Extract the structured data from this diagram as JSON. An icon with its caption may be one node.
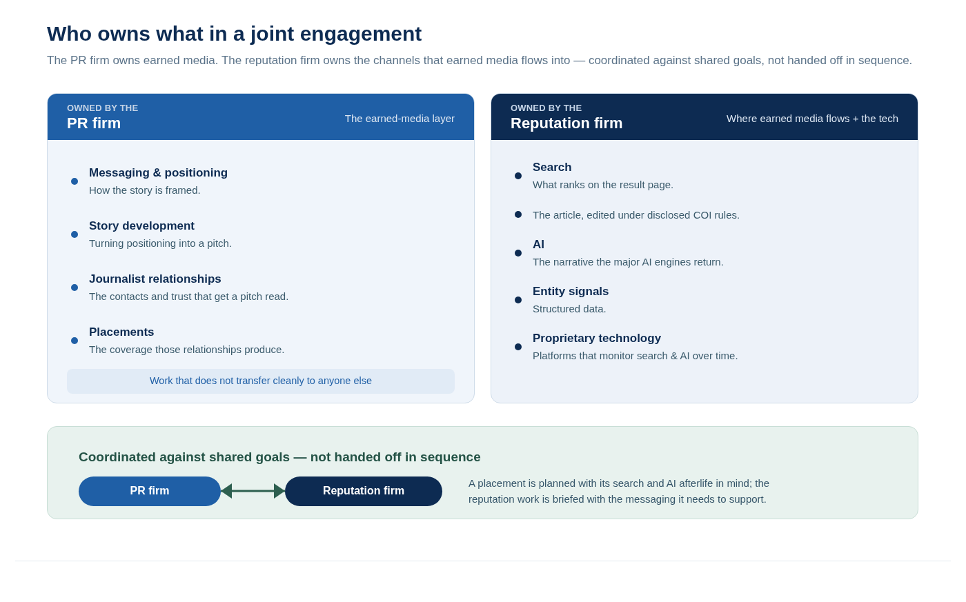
{
  "diagram": {
    "title": "Who owns what in a joint engagement",
    "nodes": [
      {
        "text": [
          "OWNED BY THE",
          "PR firm",
          "The earned-media layer",
          "Messaging & positioning",
          "How the story is framed.",
          "Story development",
          "Turning positioning into a pitch.",
          "Journalist relationships",
          "The contacts and trust that get a pitch read.",
          "Placements",
          "The coverage those relationships produce."
        ]
      },
      {
        "text": [
          "Work that does not transfer cleanly to anyone else"
        ],
        "in": 0
      },
      {
        "text": [
          "OWNED BY THE",
          "Reputation firm",
          "Where earned media flows + the tech",
          "Search",
          "What ranks on the result page.",
          "The article, edited under disclosed COI rules.",
          "AI",
          "The narrative the major AI engines return.",
          "Entity signals",
          "Structured data.",
          "Proprietary technology",
          "Platforms that monitor search & AI over time."
        ]
      },
      {
        "text": [
          "Coordinated against shared goals — not handed off in sequence",
          "A placement is planned with its search and AI afterlife in mind; the reputation work is briefed with the messaging it needs to support."
        ]
      },
      {
        "text": [
          "PR firm"
        ],
        "in": 3
      },
      {
        "text": [
          "Reputation firm"
        ],
        "in": 3
      }
    ],
    "edges": [
      {
        "from": 4,
        "to": 5,
        "arrow": "both"
      }
    ],
    "labels": [
      "The PR firm owns earned media. The reputation firm owns the channels that earned media flows into — coordinated against shared goals, not handed off in sequence."
    ]
  }
}
